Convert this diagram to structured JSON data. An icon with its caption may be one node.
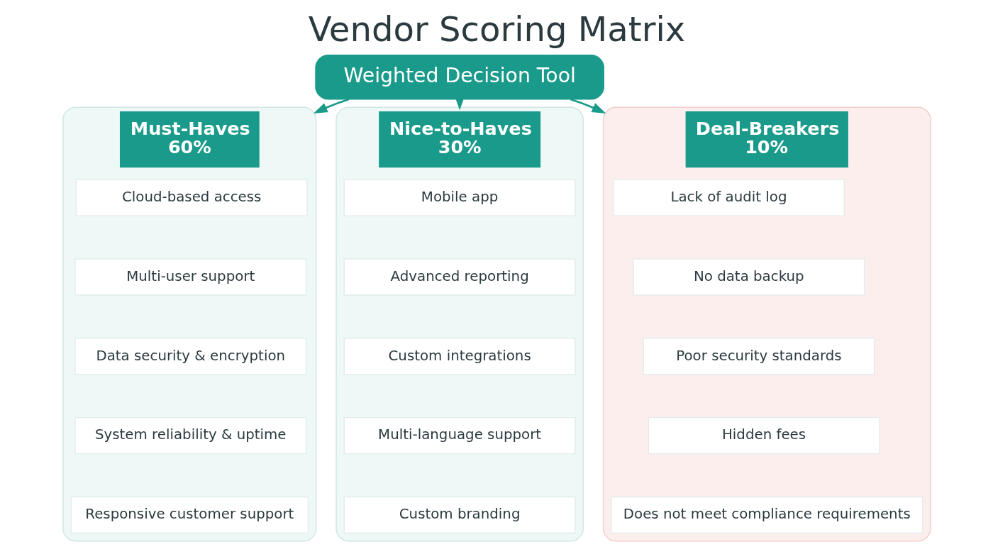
{
  "diagram": {
    "title": "Vendor Scoring Matrix",
    "nodes": [
      {
        "text": [
          "Weighted Decision Tool"
        ]
      },
      {
        "text": [
          "Must-Haves",
          "60%"
        ]
      },
      {
        "text": [
          "Cloud-based access"
        ],
        "in": 1
      },
      {
        "text": [
          "Multi-user support"
        ],
        "in": 1
      },
      {
        "text": [
          "Data security & encryption"
        ],
        "in": 1
      },
      {
        "text": [
          "System reliability & uptime"
        ],
        "in": 1
      },
      {
        "text": [
          "Responsive customer support"
        ],
        "in": 1
      },
      {
        "text": [
          "Nice-to-Haves",
          "30%"
        ]
      },
      {
        "text": [
          "Mobile app"
        ],
        "in": 7
      },
      {
        "text": [
          "Advanced reporting"
        ],
        "in": 7
      },
      {
        "text": [
          "Custom integrations"
        ],
        "in": 7
      },
      {
        "text": [
          "Multi-language support"
        ],
        "in": 7
      },
      {
        "text": [
          "Custom branding"
        ],
        "in": 7
      },
      {
        "text": [
          "Deal-Breakers",
          "10%"
        ]
      },
      {
        "text": [
          "Lack of audit log"
        ],
        "in": 13
      },
      {
        "text": [
          "No data backup"
        ],
        "in": 13
      },
      {
        "text": [
          "Poor security standards"
        ],
        "in": 13
      },
      {
        "text": [
          "Hidden fees"
        ],
        "in": 13
      },
      {
        "text": [
          "Does not meet compliance requirements"
        ],
        "in": 13
      }
    ],
    "edges": [
      {
        "from": 0,
        "to": 1,
        "arrow": "to"
      },
      {
        "from": 0,
        "to": 7,
        "arrow": "to"
      },
      {
        "from": 0,
        "to": 13,
        "arrow": "to"
      }
    ]
  }
}
